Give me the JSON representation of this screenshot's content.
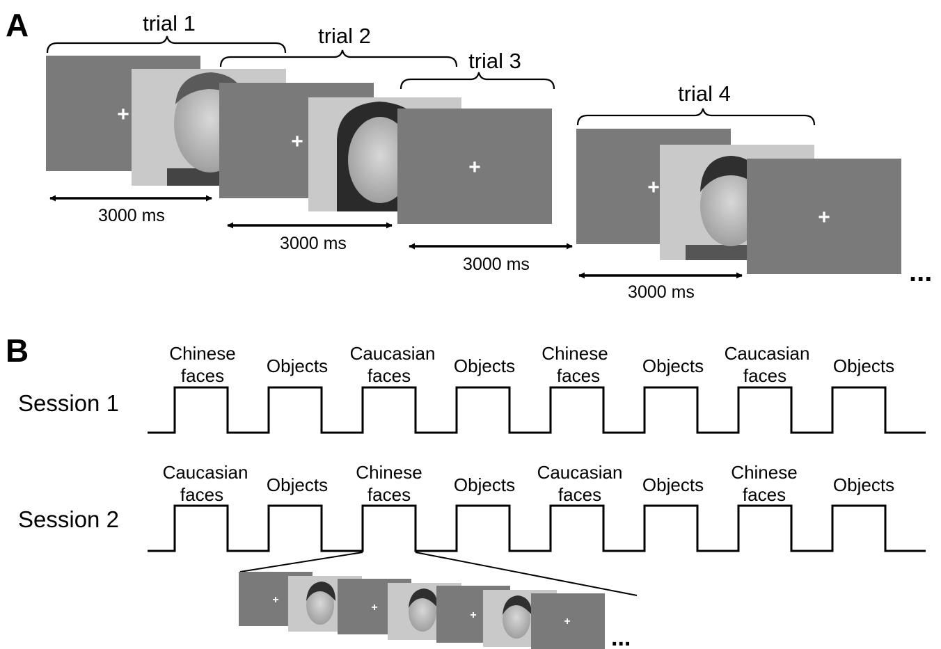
{
  "panel_a": {
    "label": "A",
    "trials": [
      "trial 1",
      "trial 2",
      "trial 3",
      "trial 4"
    ],
    "durations": [
      "3000 ms",
      "3000 ms",
      "3000 ms",
      "3000 ms"
    ],
    "fixation_symbol": "+",
    "continuation": "..."
  },
  "panel_b": {
    "label": "B",
    "sessions": [
      {
        "label": "Session 1",
        "blocks": [
          {
            "line1": "Chinese",
            "line2": "faces"
          },
          {
            "line1": "Objects",
            "line2": ""
          },
          {
            "line1": "Caucasian",
            "line2": "faces"
          },
          {
            "line1": "Objects",
            "line2": ""
          },
          {
            "line1": "Chinese",
            "line2": "faces"
          },
          {
            "line1": "Objects",
            "line2": ""
          },
          {
            "line1": "Caucasian",
            "line2": "faces"
          },
          {
            "line1": "Objects",
            "line2": ""
          }
        ]
      },
      {
        "label": "Session 2",
        "blocks": [
          {
            "line1": "Caucasian",
            "line2": "faces"
          },
          {
            "line1": "Objects",
            "line2": ""
          },
          {
            "line1": "Chinese",
            "line2": "faces"
          },
          {
            "line1": "Objects",
            "line2": ""
          },
          {
            "line1": "Caucasian",
            "line2": "faces"
          },
          {
            "line1": "Objects",
            "line2": ""
          },
          {
            "line1": "Chinese",
            "line2": "faces"
          },
          {
            "line1": "Objects",
            "line2": ""
          }
        ]
      }
    ],
    "inset_fixation_symbol": "+",
    "inset_continuation": "..."
  },
  "colors": {
    "screen_gray": "#7a7a7a",
    "photo_bg": "#c9c9c9",
    "ink": "#000000"
  }
}
